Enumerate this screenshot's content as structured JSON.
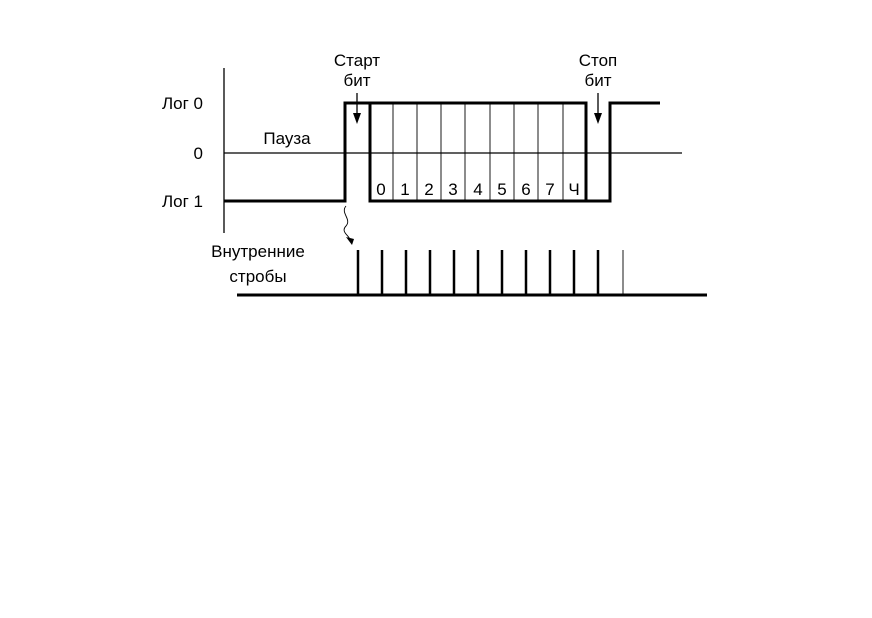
{
  "labels": {
    "log0": "Лог 0",
    "zero": "0",
    "log1": "Лог 1",
    "pause": "Пауза",
    "start_line1": "Старт",
    "start_line2": "бит",
    "stop_line1": "Стоп",
    "stop_line2": "бит",
    "strobes_line1": "Внутренние",
    "strobes_line2": "стробы"
  },
  "bits": [
    "0",
    "1",
    "2",
    "3",
    "4",
    "5",
    "6",
    "7",
    "Ч"
  ],
  "colors": {
    "line": "#000000",
    "background": "#ffffff"
  }
}
